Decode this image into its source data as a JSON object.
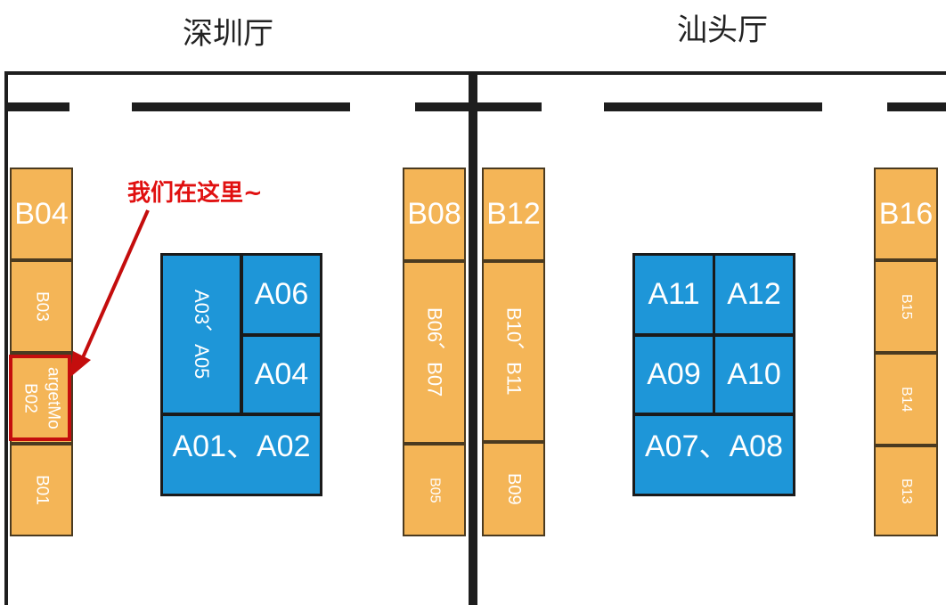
{
  "halls": {
    "left": {
      "title": "深圳厅"
    },
    "right": {
      "title": "汕头厅"
    }
  },
  "annotation": {
    "text": "我们在这里~",
    "color": "#e01010"
  },
  "colors": {
    "b_booth": "#f4b557",
    "a_booth": "#1e96d8",
    "wall": "#1e1e1e",
    "highlight": "#c40d0d"
  },
  "booths": {
    "b04": "B04",
    "b03": "B03",
    "b02": "B02",
    "b02_sub": "argetMo",
    "b01": "B01",
    "b08": "B08",
    "b06_b07": "B06、B07",
    "b05": "B05",
    "b12": "B12",
    "b10_b11": "B10、B11",
    "b09": "B09",
    "b16": "B16",
    "b15": "B15",
    "b14": "B14",
    "b13": "B13",
    "a03_a05": "A03、A05",
    "a06": "A06",
    "a04": "A04",
    "a01_a02": "A01、A02",
    "a11": "A11",
    "a12": "A12",
    "a09": "A09",
    "a10": "A10",
    "a07_a08": "A07、A08"
  }
}
